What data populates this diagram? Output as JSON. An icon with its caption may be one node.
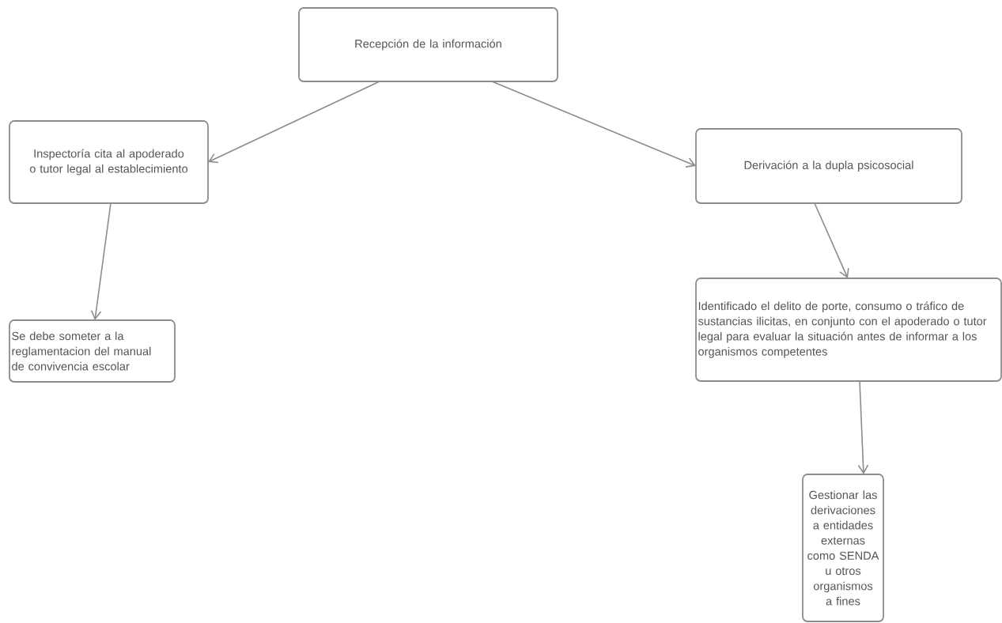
{
  "diagram": {
    "nodes": [
      {
        "text": [
          "Recepción de la información"
        ]
      },
      {
        "text": [
          "Inspectoría cita al apoderado o tutor legal al establecimiento"
        ]
      },
      {
        "text": [
          "Derivación a la dupla psicosocial"
        ]
      },
      {
        "text": [
          "Se debe someter a la reglamentacion del manual de convivencia escolar"
        ]
      },
      {
        "text": [
          "Identificado el delito de porte, consumo o tráfico de sustancias ilicitas, en conjunto con el apoderado o tutor legal para evaluar la situación antes de informar a los organismos competentes"
        ]
      },
      {
        "text": [
          "Gestionar las derivaciones a entidades externas como SENDA u otros organismos a fines"
        ]
      }
    ],
    "edges": [
      {
        "from": 0,
        "to": 1,
        "arrow": "to"
      },
      {
        "from": 0,
        "to": 2,
        "arrow": "to"
      },
      {
        "from": 1,
        "to": 3,
        "arrow": "to"
      },
      {
        "from": 2,
        "to": 4,
        "arrow": "to"
      },
      {
        "from": 4,
        "to": 5,
        "arrow": "to"
      }
    ]
  }
}
